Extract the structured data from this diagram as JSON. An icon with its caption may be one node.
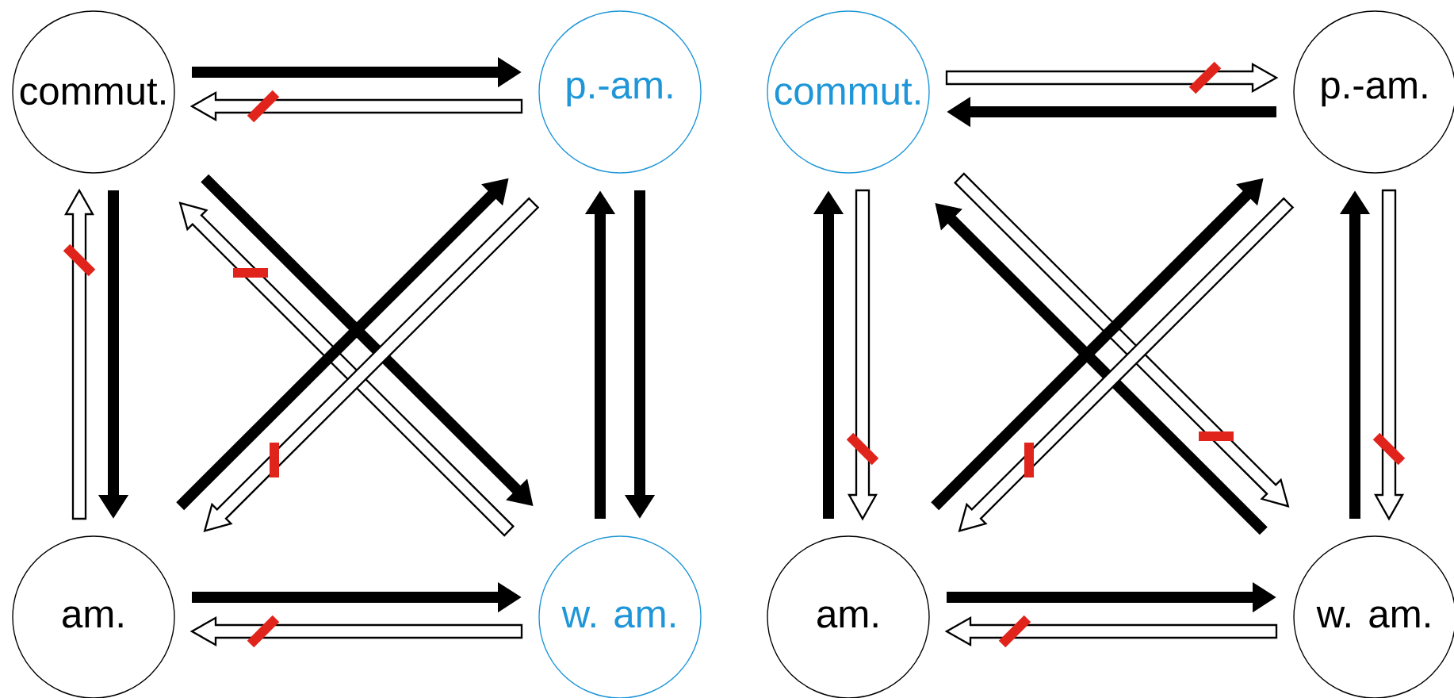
{
  "diagram": {
    "nodes": [
      {
        "text": [
          "commut."
        ]
      },
      {
        "text": [
          "p.-am."
        ]
      },
      {
        "text": [
          "am."
        ]
      },
      {
        "text": [
          "w. am."
        ]
      },
      {
        "text": [
          "commut."
        ]
      },
      {
        "text": [
          "p.-am."
        ]
      },
      {
        "text": [
          "am."
        ]
      },
      {
        "text": [
          "w. am."
        ]
      }
    ],
    "edges": [
      {
        "from": 0,
        "to": 1,
        "arrow": "to"
      },
      {
        "from": 1,
        "to": 0,
        "arrow": "to",
        "color": "#ffffff"
      },
      {
        "from": 2,
        "to": 0,
        "arrow": "to",
        "color": "#ffffff"
      },
      {
        "from": 0,
        "to": 2,
        "arrow": "to"
      },
      {
        "from": 3,
        "to": 1,
        "arrow": "to"
      },
      {
        "from": 1,
        "to": 3,
        "arrow": "to"
      },
      {
        "from": 2,
        "to": 3,
        "arrow": "to"
      },
      {
        "from": 3,
        "to": 2,
        "arrow": "to",
        "color": "#ffffff"
      },
      {
        "from": 0,
        "to": 3,
        "arrow": "to"
      },
      {
        "from": 3,
        "to": 0,
        "arrow": "to",
        "color": "#ffffff"
      },
      {
        "from": 2,
        "to": 1,
        "arrow": "to"
      },
      {
        "from": 1,
        "to": 2,
        "arrow": "to",
        "color": "#ffffff"
      },
      {
        "from": 4,
        "to": 5,
        "arrow": "to",
        "color": "#ffffff"
      },
      {
        "from": 5,
        "to": 4,
        "arrow": "to"
      },
      {
        "from": 6,
        "to": 4,
        "arrow": "to"
      },
      {
        "from": 4,
        "to": 6,
        "arrow": "to",
        "color": "#ffffff"
      },
      {
        "from": 7,
        "to": 5,
        "arrow": "to"
      },
      {
        "from": 5,
        "to": 7,
        "arrow": "to",
        "color": "#ffffff"
      },
      {
        "from": 6,
        "to": 7,
        "arrow": "to"
      },
      {
        "from": 7,
        "to": 6,
        "arrow": "to",
        "color": "#ffffff"
      },
      {
        "from": 7,
        "to": 4,
        "arrow": "to"
      },
      {
        "from": 4,
        "to": 7,
        "arrow": "to",
        "color": "#ffffff"
      },
      {
        "from": 6,
        "to": 5,
        "arrow": "to"
      },
      {
        "from": 5,
        "to": 6,
        "arrow": "to",
        "color": "#ffffff"
      }
    ]
  }
}
